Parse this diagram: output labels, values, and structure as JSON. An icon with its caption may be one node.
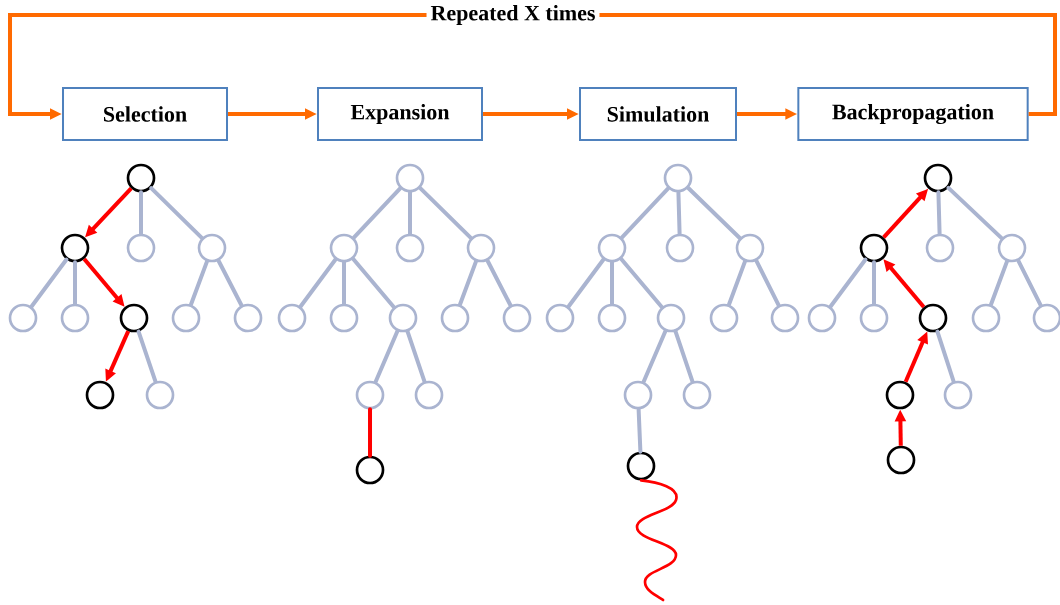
{
  "diagram": {
    "nodes": [
      {
        "text": [
          "Selection"
        ]
      },
      {
        "text": [
          "Expansion"
        ]
      },
      {
        "text": [
          "Simulation"
        ]
      },
      {
        "text": [
          "Backpropagation"
        ]
      },
      {
        "text": [],
        "shape": "circle"
      },
      {
        "text": [],
        "shape": "circle"
      },
      {
        "text": [],
        "shape": "circle"
      },
      {
        "text": [],
        "shape": "circle"
      },
      {
        "text": [],
        "shape": "circle"
      },
      {
        "text": [],
        "shape": "circle"
      },
      {
        "text": [],
        "shape": "circle"
      },
      {
        "text": [],
        "shape": "circle"
      },
      {
        "text": [],
        "shape": "circle"
      },
      {
        "text": [],
        "shape": "circle"
      },
      {
        "text": [],
        "shape": "circle"
      },
      {
        "text": [],
        "shape": "circle"
      },
      {
        "text": [],
        "shape": "circle"
      },
      {
        "text": [],
        "shape": "circle"
      },
      {
        "text": [],
        "shape": "circle"
      },
      {
        "text": [],
        "shape": "circle"
      },
      {
        "text": [],
        "shape": "circle"
      },
      {
        "text": [],
        "shape": "circle"
      },
      {
        "text": [],
        "shape": "circle"
      },
      {
        "text": [],
        "shape": "circle"
      },
      {
        "text": [],
        "shape": "circle"
      },
      {
        "text": [],
        "shape": "circle"
      },
      {
        "text": [],
        "shape": "circle"
      },
      {
        "text": [],
        "shape": "circle"
      },
      {
        "text": [],
        "shape": "circle"
      },
      {
        "text": [],
        "shape": "circle"
      },
      {
        "text": [],
        "shape": "circle"
      },
      {
        "text": [],
        "shape": "circle"
      },
      {
        "text": [],
        "shape": "circle"
      },
      {
        "text": [],
        "shape": "circle"
      },
      {
        "text": [],
        "shape": "circle"
      },
      {
        "text": [],
        "shape": "circle"
      },
      {
        "text": [],
        "shape": "circle"
      },
      {
        "text": [],
        "shape": "circle"
      },
      {
        "text": [],
        "shape": "circle"
      },
      {
        "text": [],
        "shape": "circle"
      },
      {
        "text": [],
        "shape": "circle"
      },
      {
        "text": [],
        "shape": "circle"
      },
      {
        "text": [],
        "shape": "circle"
      },
      {
        "text": [],
        "shape": "circle"
      },
      {
        "text": [],
        "shape": "circle"
      },
      {
        "text": [],
        "shape": "circle"
      },
      {
        "text": [],
        "shape": "circle"
      },
      {
        "text": [],
        "shape": "circle"
      },
      {
        "text": [],
        "shape": "circle"
      },
      {
        "text": [],
        "shape": "circle"
      },
      {
        "text": [],
        "shape": "circle"
      }
    ],
    "edges": [
      {
        "from": 0,
        "to": 1,
        "arrow": "to",
        "color": "#ff6a00"
      },
      {
        "from": 1,
        "to": 2,
        "arrow": "to",
        "color": "#ff6a00"
      },
      {
        "from": 2,
        "to": 3,
        "arrow": "to",
        "color": "#ff6a00"
      },
      {
        "from": 3,
        "to": 0,
        "arrow": "to",
        "color": "#ff6a00",
        "label": "Repeated X times"
      },
      {
        "from": 4,
        "to": 5,
        "arrow": "to",
        "color": "#ff0000"
      },
      {
        "from": 4,
        "to": 6,
        "arrow": "none"
      },
      {
        "from": 4,
        "to": 7,
        "arrow": "none"
      },
      {
        "from": 5,
        "to": 8,
        "arrow": "none"
      },
      {
        "from": 5,
        "to": 9,
        "arrow": "none"
      },
      {
        "from": 5,
        "to": 10,
        "arrow": "to",
        "color": "#ff0000"
      },
      {
        "from": 7,
        "to": 11,
        "arrow": "none"
      },
      {
        "from": 7,
        "to": 12,
        "arrow": "none"
      },
      {
        "from": 10,
        "to": 13,
        "arrow": "to",
        "color": "#ff0000"
      },
      {
        "from": 10,
        "to": 14,
        "arrow": "none"
      },
      {
        "from": 15,
        "to": 16,
        "arrow": "none"
      },
      {
        "from": 15,
        "to": 17,
        "arrow": "none"
      },
      {
        "from": 15,
        "to": 18,
        "arrow": "none"
      },
      {
        "from": 16,
        "to": 19,
        "arrow": "none"
      },
      {
        "from": 16,
        "to": 20,
        "arrow": "none"
      },
      {
        "from": 16,
        "to": 21,
        "arrow": "none"
      },
      {
        "from": 18,
        "to": 22,
        "arrow": "none"
      },
      {
        "from": 18,
        "to": 23,
        "arrow": "none"
      },
      {
        "from": 21,
        "to": 24,
        "arrow": "none"
      },
      {
        "from": 21,
        "to": 25,
        "arrow": "none"
      },
      {
        "from": 24,
        "to": 26,
        "arrow": "none",
        "color": "#ff0000"
      },
      {
        "from": 27,
        "to": 28,
        "arrow": "none"
      },
      {
        "from": 27,
        "to": 29,
        "arrow": "none"
      },
      {
        "from": 27,
        "to": 30,
        "arrow": "none"
      },
      {
        "from": 28,
        "to": 31,
        "arrow": "none"
      },
      {
        "from": 28,
        "to": 32,
        "arrow": "none"
      },
      {
        "from": 28,
        "to": 33,
        "arrow": "none"
      },
      {
        "from": 30,
        "to": 34,
        "arrow": "none"
      },
      {
        "from": 30,
        "to": 35,
        "arrow": "none"
      },
      {
        "from": 33,
        "to": 36,
        "arrow": "none"
      },
      {
        "from": 33,
        "to": 37,
        "arrow": "none"
      },
      {
        "from": 36,
        "to": 38,
        "arrow": "none"
      },
      {
        "from": 38,
        "to": null,
        "arrow": "none",
        "color": "#ff0000"
      },
      {
        "from": 40,
        "to": 39,
        "arrow": "to",
        "color": "#ff0000"
      },
      {
        "from": 39,
        "to": 41,
        "arrow": "none"
      },
      {
        "from": 39,
        "to": 42,
        "arrow": "none"
      },
      {
        "from": 40,
        "to": 43,
        "arrow": "none"
      },
      {
        "from": 40,
        "to": 44,
        "arrow": "none"
      },
      {
        "from": 45,
        "to": 40,
        "arrow": "to",
        "color": "#ff0000"
      },
      {
        "from": 42,
        "to": 46,
        "arrow": "none"
      },
      {
        "from": 42,
        "to": 47,
        "arrow": "none"
      },
      {
        "from": 48,
        "to": 45,
        "arrow": "to",
        "color": "#ff0000"
      },
      {
        "from": 45,
        "to": 49,
        "arrow": "none"
      },
      {
        "from": 50,
        "to": 48,
        "arrow": "to",
        "color": "#ff0000"
      }
    ]
  }
}
